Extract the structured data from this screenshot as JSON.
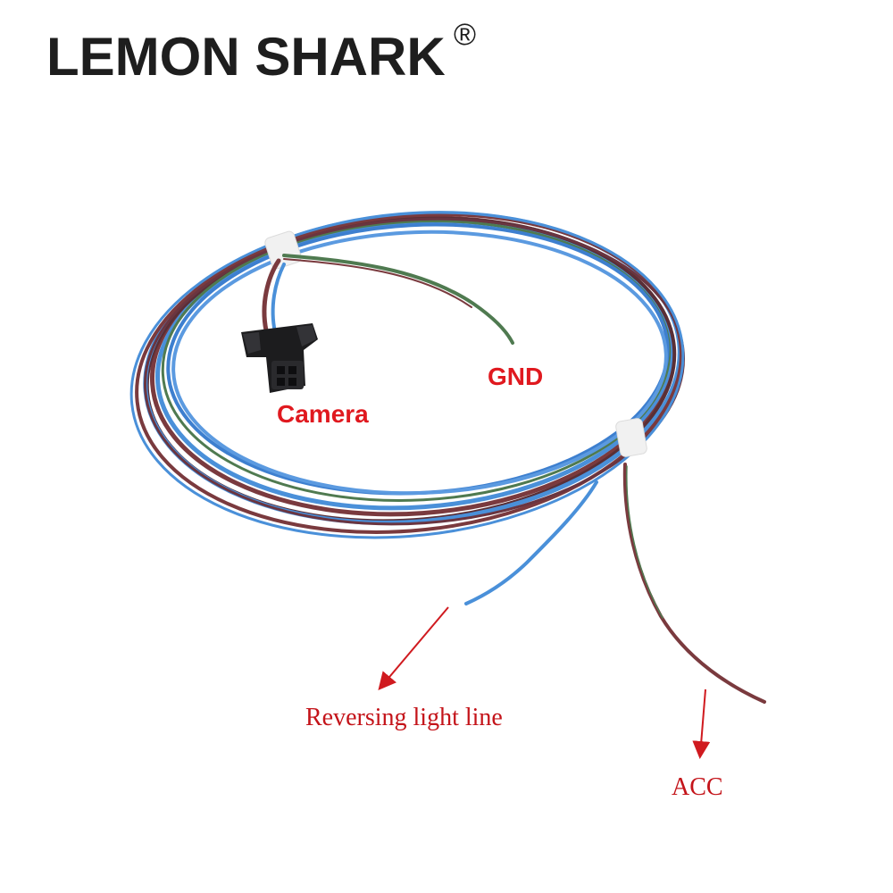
{
  "brand": {
    "name": "LEMON SHARK",
    "mark": "®"
  },
  "labels": {
    "gnd": "GND",
    "camera": "Camera",
    "reversing": "Reversing light line",
    "acc": "ACC"
  },
  "colors": {
    "label_red": "#e0191f",
    "wire_blue": "#4a90d9",
    "wire_brown": "#7a3a3e",
    "wire_green": "#4f7a50",
    "connector": "#1c1c1e"
  }
}
